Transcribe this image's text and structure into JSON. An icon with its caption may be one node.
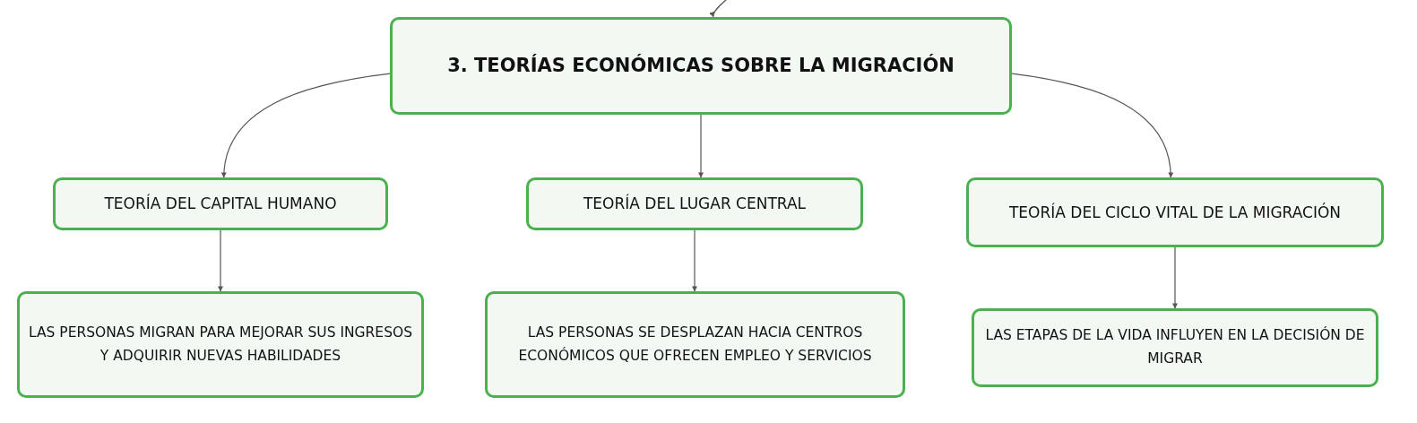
{
  "diagram": {
    "nodes": [
      {
        "text": [
          "3. TEORÍAS ECONÓMICAS SOBRE LA MIGRACIÓN"
        ]
      },
      {
        "text": [
          "TEORÍA DEL CAPITAL HUMANO"
        ]
      },
      {
        "text": [
          "TEORÍA DEL LUGAR CENTRAL"
        ]
      },
      {
        "text": [
          "TEORÍA DEL CICLO VITAL DE LA MIGRACIÓN"
        ]
      },
      {
        "text": [
          "LAS PERSONAS MIGRAN PARA MEJORAR SUS INGRESOS Y ADQUIRIR NUEVAS HABILIDADES"
        ]
      },
      {
        "text": [
          "LAS PERSONAS SE DESPLAZAN HACIA CENTROS ECONÓMICOS QUE OFRECEN EMPLEO Y SERVICIOS"
        ]
      },
      {
        "text": [
          "LAS ETAPAS DE LA VIDA INFLUYEN EN LA DECISIÓN DE MIGRAR"
        ]
      }
    ],
    "edges": [
      {
        "from": null,
        "to": 0,
        "arrow": "to"
      },
      {
        "from": 0,
        "to": 1,
        "arrow": "to"
      },
      {
        "from": 0,
        "to": 2,
        "arrow": "to"
      },
      {
        "from": 0,
        "to": 3,
        "arrow": "to"
      },
      {
        "from": 1,
        "to": 4,
        "arrow": "to"
      },
      {
        "from": 2,
        "to": 5,
        "arrow": "to"
      },
      {
        "from": 3,
        "to": 6,
        "arrow": "to"
      }
    ]
  }
}
